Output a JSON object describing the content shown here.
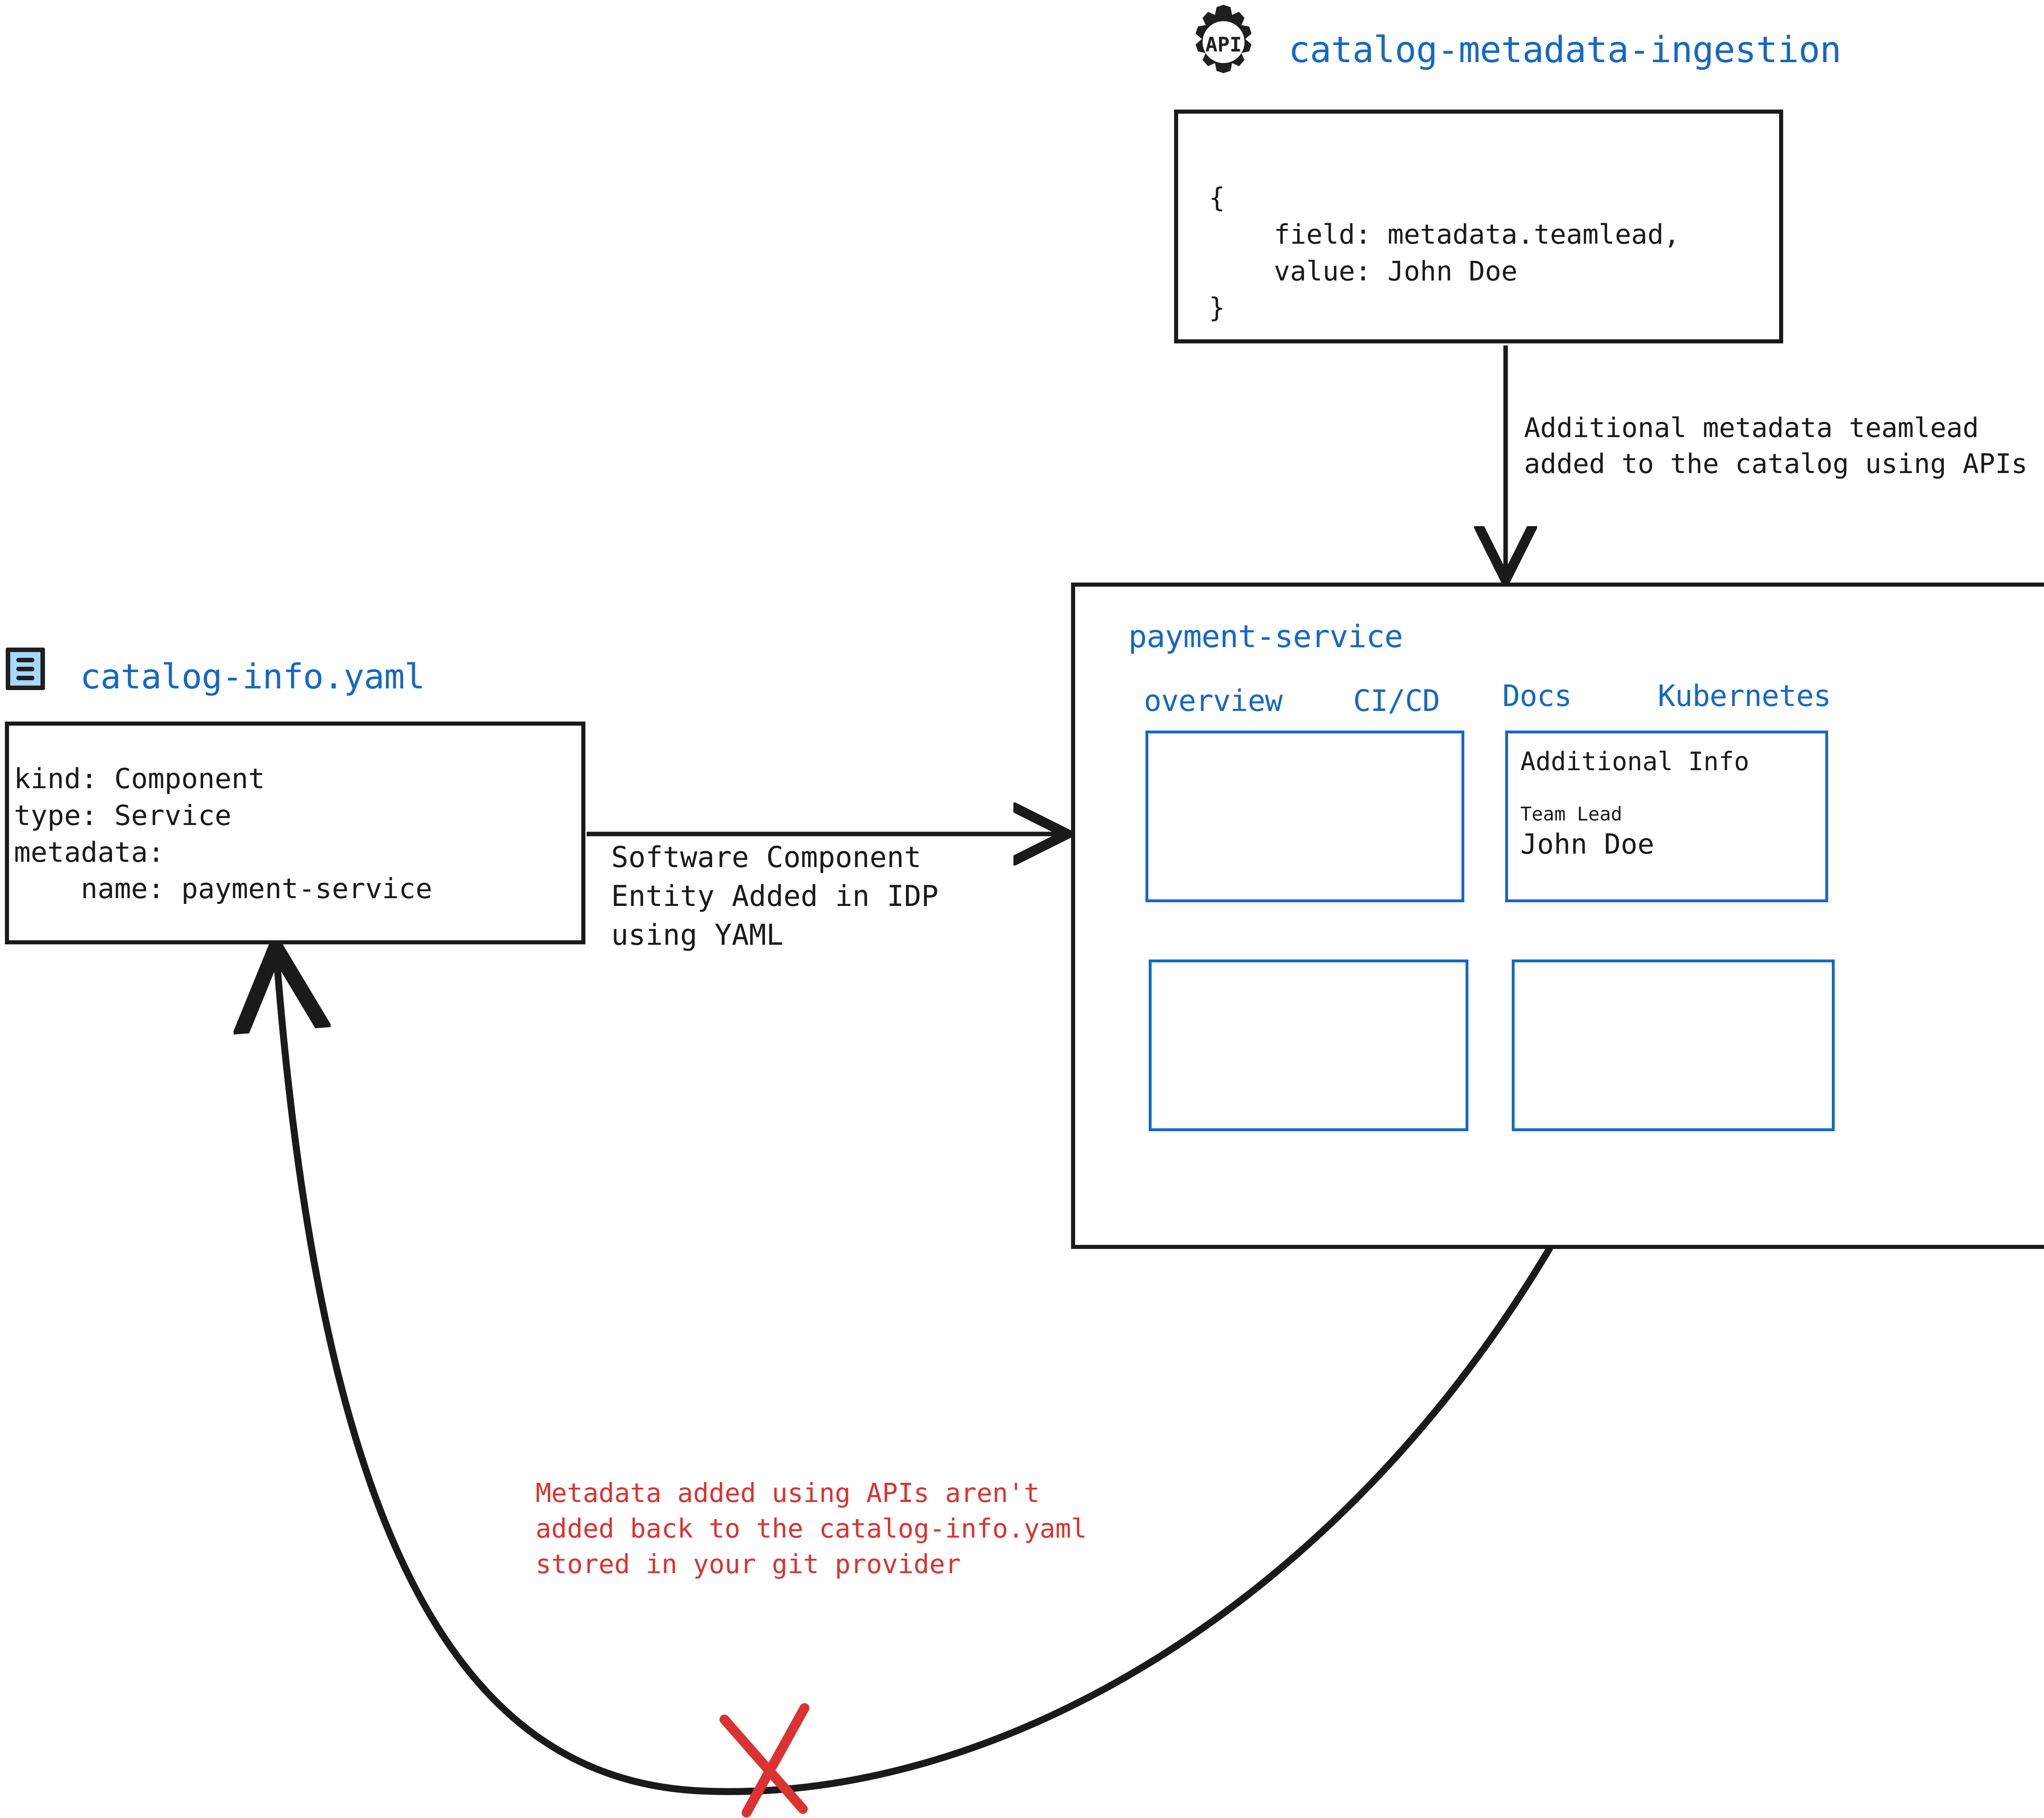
{
  "ingestion": {
    "icon": "api-gear-icon",
    "icon_text": "API",
    "title": "catalog-metadata-ingestion",
    "payload": "{\n    field: metadata.teamlead,\n    value: John Doe\n}"
  },
  "connectors": {
    "vertical_label": "Additional metadata teamlead\nadded to the catalog using APIs",
    "horizontal_label": "Software Component\nEntity Added in IDP\nusing YAML",
    "warning_label": "Metadata added using APIs aren't\nadded back to the catalog-info.yaml\nstored in your git provider",
    "blocked_marker": "red-x-icon"
  },
  "entity_panel": {
    "title": "payment-service",
    "tabs": [
      {
        "label": "overview"
      },
      {
        "label": "CI/CD"
      },
      {
        "label": "Docs"
      },
      {
        "label": "Kubernetes"
      }
    ],
    "cards": [
      {
        "name": "empty-card-top-left"
      },
      {
        "name": "additional-info-card",
        "heading": "Additional Info",
        "field_label": "Team Lead",
        "field_value": "John Doe"
      },
      {
        "name": "empty-card-bottom-left"
      },
      {
        "name": "empty-card-bottom-right"
      }
    ]
  },
  "catalog_file": {
    "icon": "yaml-file-icon",
    "title": "catalog-info.yaml",
    "code": "kind: Component\ntype: Service\nmetadata:\n    name: payment-service"
  },
  "colors": {
    "accent_blue": "#1668c4",
    "warning_red": "#dc3232",
    "stroke_dark": "#1a1a1a",
    "icon_fill_blue": "#a5d8fb"
  }
}
